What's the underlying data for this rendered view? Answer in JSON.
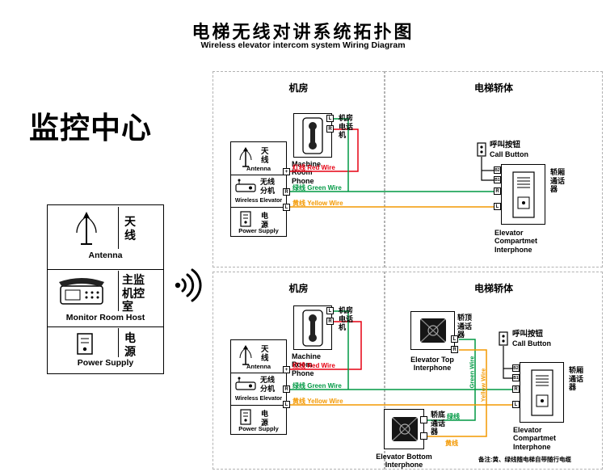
{
  "header": {
    "title": "电梯无线对讲系统拓扑图",
    "subtitle": "Wireless elevator intercom system Wiring Diagram"
  },
  "monitor": {
    "heading": "监控中心",
    "antenna_cn": "天线",
    "antenna_en": "Antenna",
    "host_cn": "主监机控室",
    "host_en": "Monitor Room Host",
    "power_cn": "电源",
    "power_en": "Power Supply"
  },
  "sections": {
    "machine_room": "机房",
    "elevator_body": "电梯轿体"
  },
  "machine_phone": {
    "cn": "机房电话机",
    "en": "Machine Room Phone"
  },
  "wireless_unit": {
    "antenna_cn": "天线",
    "antenna_en": "Antenna",
    "extension_cn": "无线分机",
    "extension_en": "Wireless Elevator",
    "power_cn": "电源",
    "power_en": "Power Supply"
  },
  "terminals": {
    "plus": "+",
    "r": "R",
    "l": "L",
    "b1": "B1",
    "b2": "B2"
  },
  "wires": {
    "red": "红线 Red Wire",
    "green": "绿线 Green Wire",
    "yellow": "黄线 Yellow Wire",
    "green_cn": "绿线",
    "yellow_cn": "黄线",
    "green_en": "Green Wire",
    "yellow_en": "Yellow Wire",
    "red_color": "#e60012",
    "green_color": "#009944",
    "yellow_color": "#f39800"
  },
  "call_button": {
    "cn": "呼叫按钮",
    "en": "Call Button"
  },
  "compartment": {
    "cn": "轿厢通话器",
    "en": "Elevator Compartmet Interphone"
  },
  "top_interphone": {
    "cn": "轿顶通话器",
    "en": "Elevator Top Interphone"
  },
  "bottom_interphone": {
    "cn": "轿底通话器",
    "en": "Elevator Bottom Interphone"
  },
  "note": "备注:黄、绿线随电梯自带随行电缆"
}
